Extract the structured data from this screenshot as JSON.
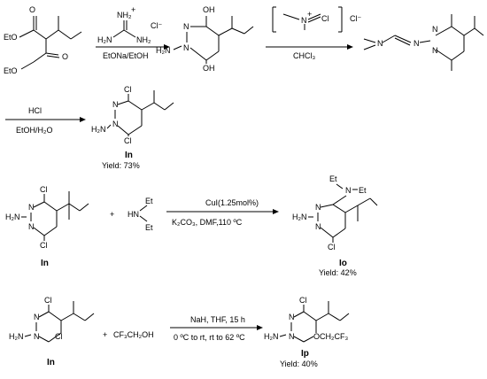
{
  "atoms": {
    "eto": "EtO",
    "o": "O",
    "nh2_plus": "NH₂",
    "plus": "+",
    "nh2": "H₂N",
    "nh2b": "NH₂",
    "cl_minus": "Cl⁻",
    "oh": "OH",
    "n": "N",
    "h2n": "H₂N",
    "cl": "Cl",
    "hn": "HN",
    "et": "Et",
    "cf3ch2oh": "CF₃CH₂OH",
    "och2cf3": "OCH₂CF₃"
  },
  "reactions": {
    "r1": {
      "reagent_top": "",
      "reagent_bottom": "EtONa/EtOH"
    },
    "r2": {
      "reagent_bottom": "CHCl₃"
    },
    "r3": {
      "reagent_top": "HCl",
      "reagent_bottom": "EtOH/H₂O"
    },
    "r4": {
      "reagent_top": "CuI(1.25mol%)",
      "reagent_bottom": "K₂CO₃, DMF,110 ºC"
    },
    "r5": {
      "reagent_top": "NaH, THF, 15 h",
      "reagent_bottom": "0 ºC to rt, rt to 62 ºC"
    }
  },
  "compounds": {
    "In": {
      "label": "In",
      "yield": "Yield: 73%"
    },
    "In2": {
      "label": "In"
    },
    "Io": {
      "label": "Io",
      "yield": "Yield: 42%"
    },
    "In3": {
      "label": "In"
    },
    "Ip": {
      "label": "Ip",
      "yield": "Yield: 40%"
    }
  },
  "plus_sign": "+"
}
